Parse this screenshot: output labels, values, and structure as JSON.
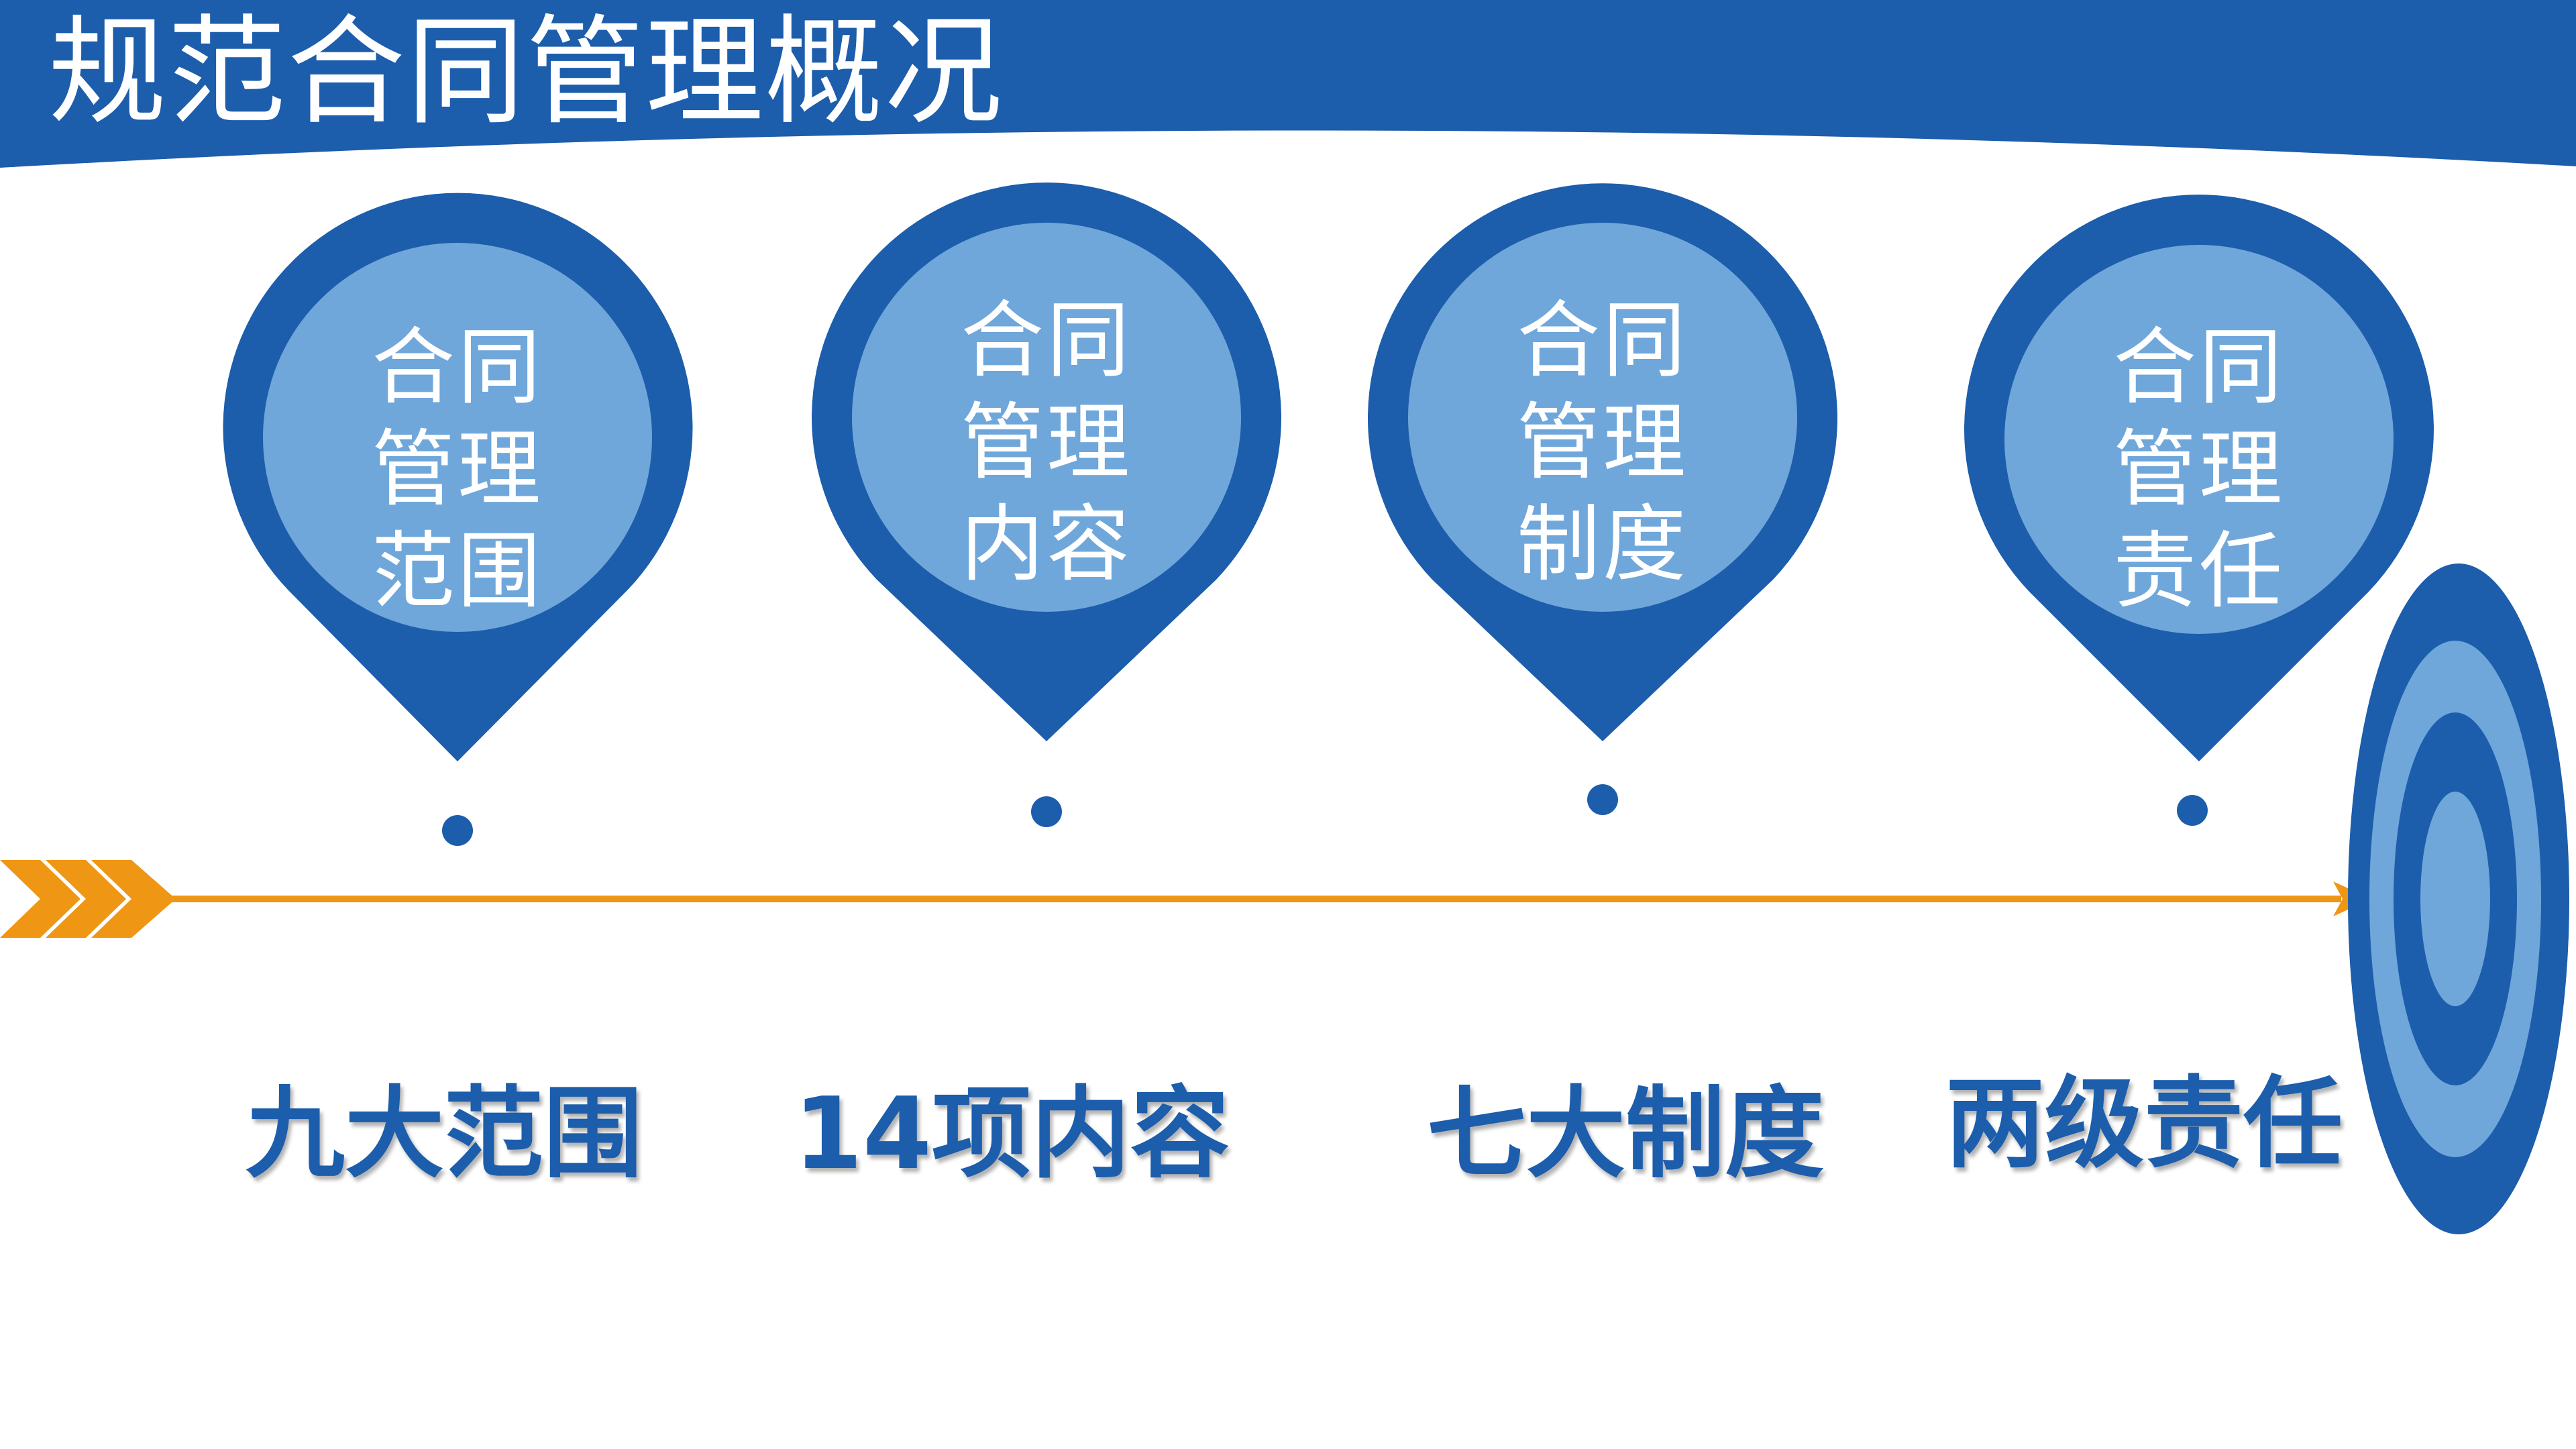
{
  "title": "规范合同管理概况",
  "colors": {
    "primary_blue": "#1c5dac",
    "light_blue": "#6fa7db",
    "orange": "#ef9614",
    "text_on_blue": "#ffffff"
  },
  "pins": [
    {
      "lines": [
        "合同",
        "管理",
        "范围"
      ],
      "milestone": "九大范围"
    },
    {
      "lines": [
        "合同",
        "管理",
        "内容"
      ],
      "milestone": "14项内容"
    },
    {
      "lines": [
        "合同",
        "管理",
        "制度"
      ],
      "milestone": "七大制度"
    },
    {
      "lines": [
        "合同",
        "管理",
        "责任"
      ],
      "milestone": "两级责任"
    }
  ],
  "icons": {
    "start": "triple-chevron-icon",
    "pin": "map-pin-icon",
    "end": "target-icon"
  }
}
